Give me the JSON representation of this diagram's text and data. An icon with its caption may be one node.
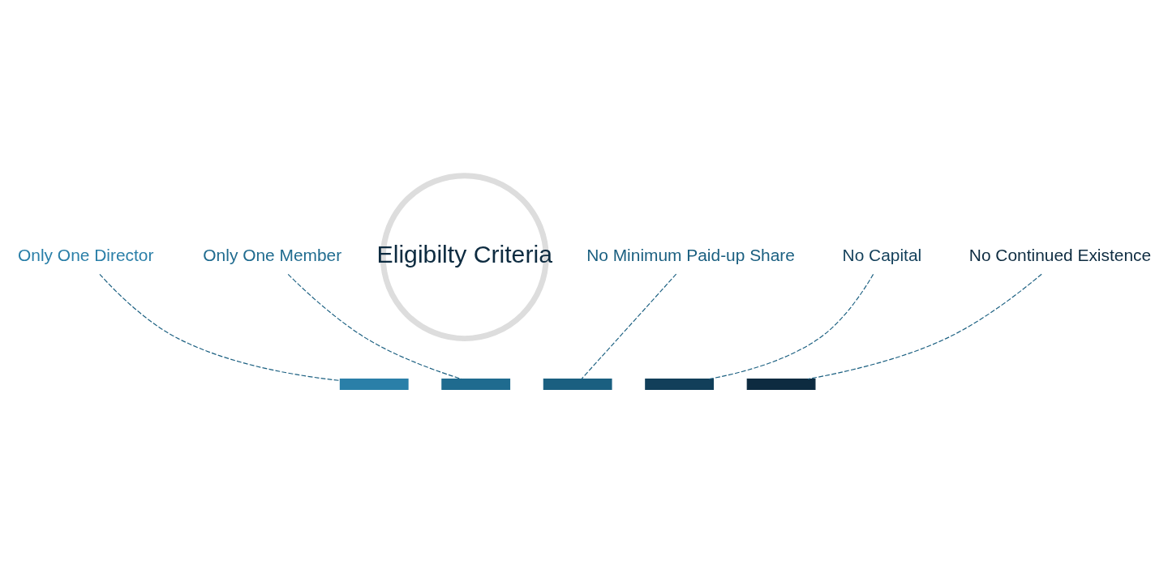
{
  "diagram": {
    "nodes": [
      {
        "text": [
          "Eligibilty Criteria"
        ]
      },
      {
        "text": [
          "No Continued Existence"
        ]
      },
      {
        "text": [
          "Only One Director"
        ]
      },
      {
        "text": [
          "No Capital"
        ]
      },
      {
        "text": [
          "Only One Member"
        ]
      },
      {
        "text": [
          "No Minimum Paid-up Share"
        ]
      },
      {
        "text": [],
        "shape": "bar"
      },
      {
        "text": [],
        "shape": "bar"
      },
      {
        "text": [],
        "shape": "bar"
      },
      {
        "text": [],
        "shape": "bar"
      },
      {
        "text": [],
        "shape": "bar"
      }
    ],
    "edges": [
      {
        "from": 2,
        "to": 6,
        "arrow": "none",
        "style": "dashed"
      },
      {
        "from": 4,
        "to": 7,
        "arrow": "none",
        "style": "dashed"
      },
      {
        "from": 5,
        "to": 8,
        "arrow": "none",
        "style": "dashed"
      },
      {
        "from": 3,
        "to": 9,
        "arrow": "none",
        "style": "dashed"
      },
      {
        "from": 1,
        "to": 10,
        "arrow": "none",
        "style": "dashed"
      }
    ]
  }
}
